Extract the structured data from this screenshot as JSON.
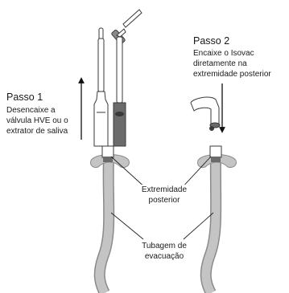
{
  "step1": {
    "title": "Passo 1",
    "lines": [
      "Desencaixe a",
      "válvula HVE ou o",
      "extrator de saliva"
    ]
  },
  "step2": {
    "title": "Passo 2",
    "lines": [
      "Encaixe o Isovac",
      "diretamente na",
      "extremidade posterior"
    ]
  },
  "callouts": {
    "rear_end": [
      "Extremidade",
      "posterior"
    ],
    "evac_tubing": [
      "Tubagem de",
      "evacuação"
    ]
  },
  "colors": {
    "tube": "#bdbdbd",
    "tube_dark": "#8a8a8a",
    "outline": "#3a3a3a",
    "handle_dark": "#6b6b6b"
  }
}
